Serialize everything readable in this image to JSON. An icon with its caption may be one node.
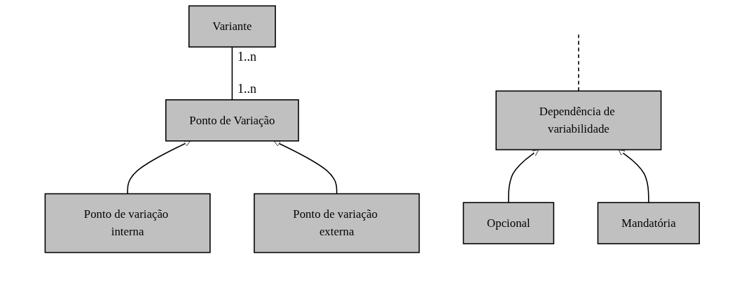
{
  "diagram": {
    "nodes": [
      {
        "text": [
          "Ponto de Variação"
        ]
      },
      {
        "text": [
          "Variante"
        ]
      },
      {
        "text": [
          "Dependência de variabilidade"
        ]
      },
      {
        "text": [
          "Ponto de variação interna"
        ]
      },
      {
        "text": [
          "Ponto de variação externa"
        ]
      },
      {
        "text": [
          "Opcional"
        ]
      },
      {
        "text": [
          "Mandatória"
        ]
      }
    ],
    "edges": [
      {
        "from": 0,
        "to": 1,
        "arrow": "none"
      },
      {
        "from": 2,
        "to": null,
        "arrow": "none",
        "style": "dashed"
      },
      {
        "from": 3,
        "to": 0,
        "arrow": "to"
      },
      {
        "from": 4,
        "to": 0,
        "arrow": "to"
      },
      {
        "from": 5,
        "to": 2,
        "arrow": "to"
      },
      {
        "from": 6,
        "to": 2,
        "arrow": "to"
      }
    ],
    "labels": [
      "1..n",
      "1..n"
    ]
  }
}
